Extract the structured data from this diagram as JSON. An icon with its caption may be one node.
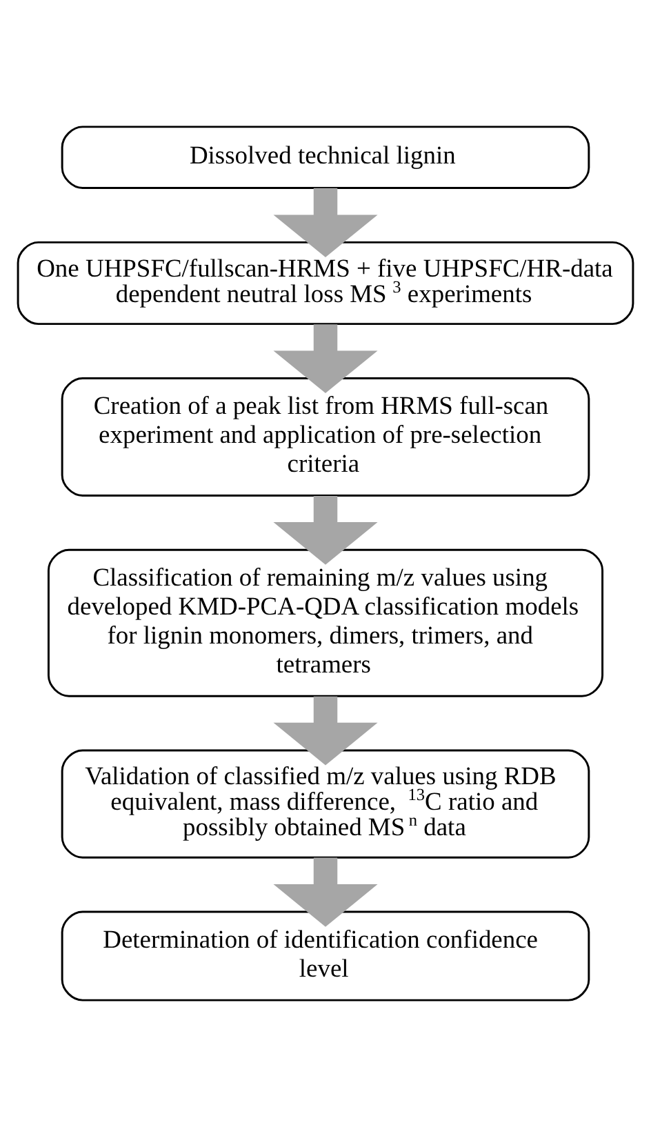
{
  "diagram": {
    "nodes": [
      {
        "text": [
          "Dissolved technical lignin"
        ]
      },
      {
        "text": [
          "One UHPSFC/fullscan-HRMS + five UHPSFC/HR-data dependent neutral loss MS$^{3}$ experiments"
        ]
      },
      {
        "text": [
          "Creation of a peak list from HRMS full-scan experiment and application of pre-selection criteria"
        ]
      },
      {
        "text": [
          "Classification of remaining m/z values using developed KMD-PCA-QDA classification models for lignin monomers, dimers, trimers, and tetramers"
        ]
      },
      {
        "text": [
          "Validation of classified m/z values using RDB equivalent, mass difference, $^{13}$C ratio and possibly obtained MS$^{n}$ data"
        ]
      },
      {
        "text": [
          "Determination of identification confidence level"
        ]
      }
    ],
    "edges": [
      {
        "from": 0,
        "to": 1,
        "arrow": "to"
      },
      {
        "from": 1,
        "to": 2,
        "arrow": "to"
      },
      {
        "from": 2,
        "to": 3,
        "arrow": "to"
      },
      {
        "from": 3,
        "to": 4,
        "arrow": "to"
      },
      {
        "from": 4,
        "to": 5,
        "arrow": "to"
      }
    ]
  }
}
